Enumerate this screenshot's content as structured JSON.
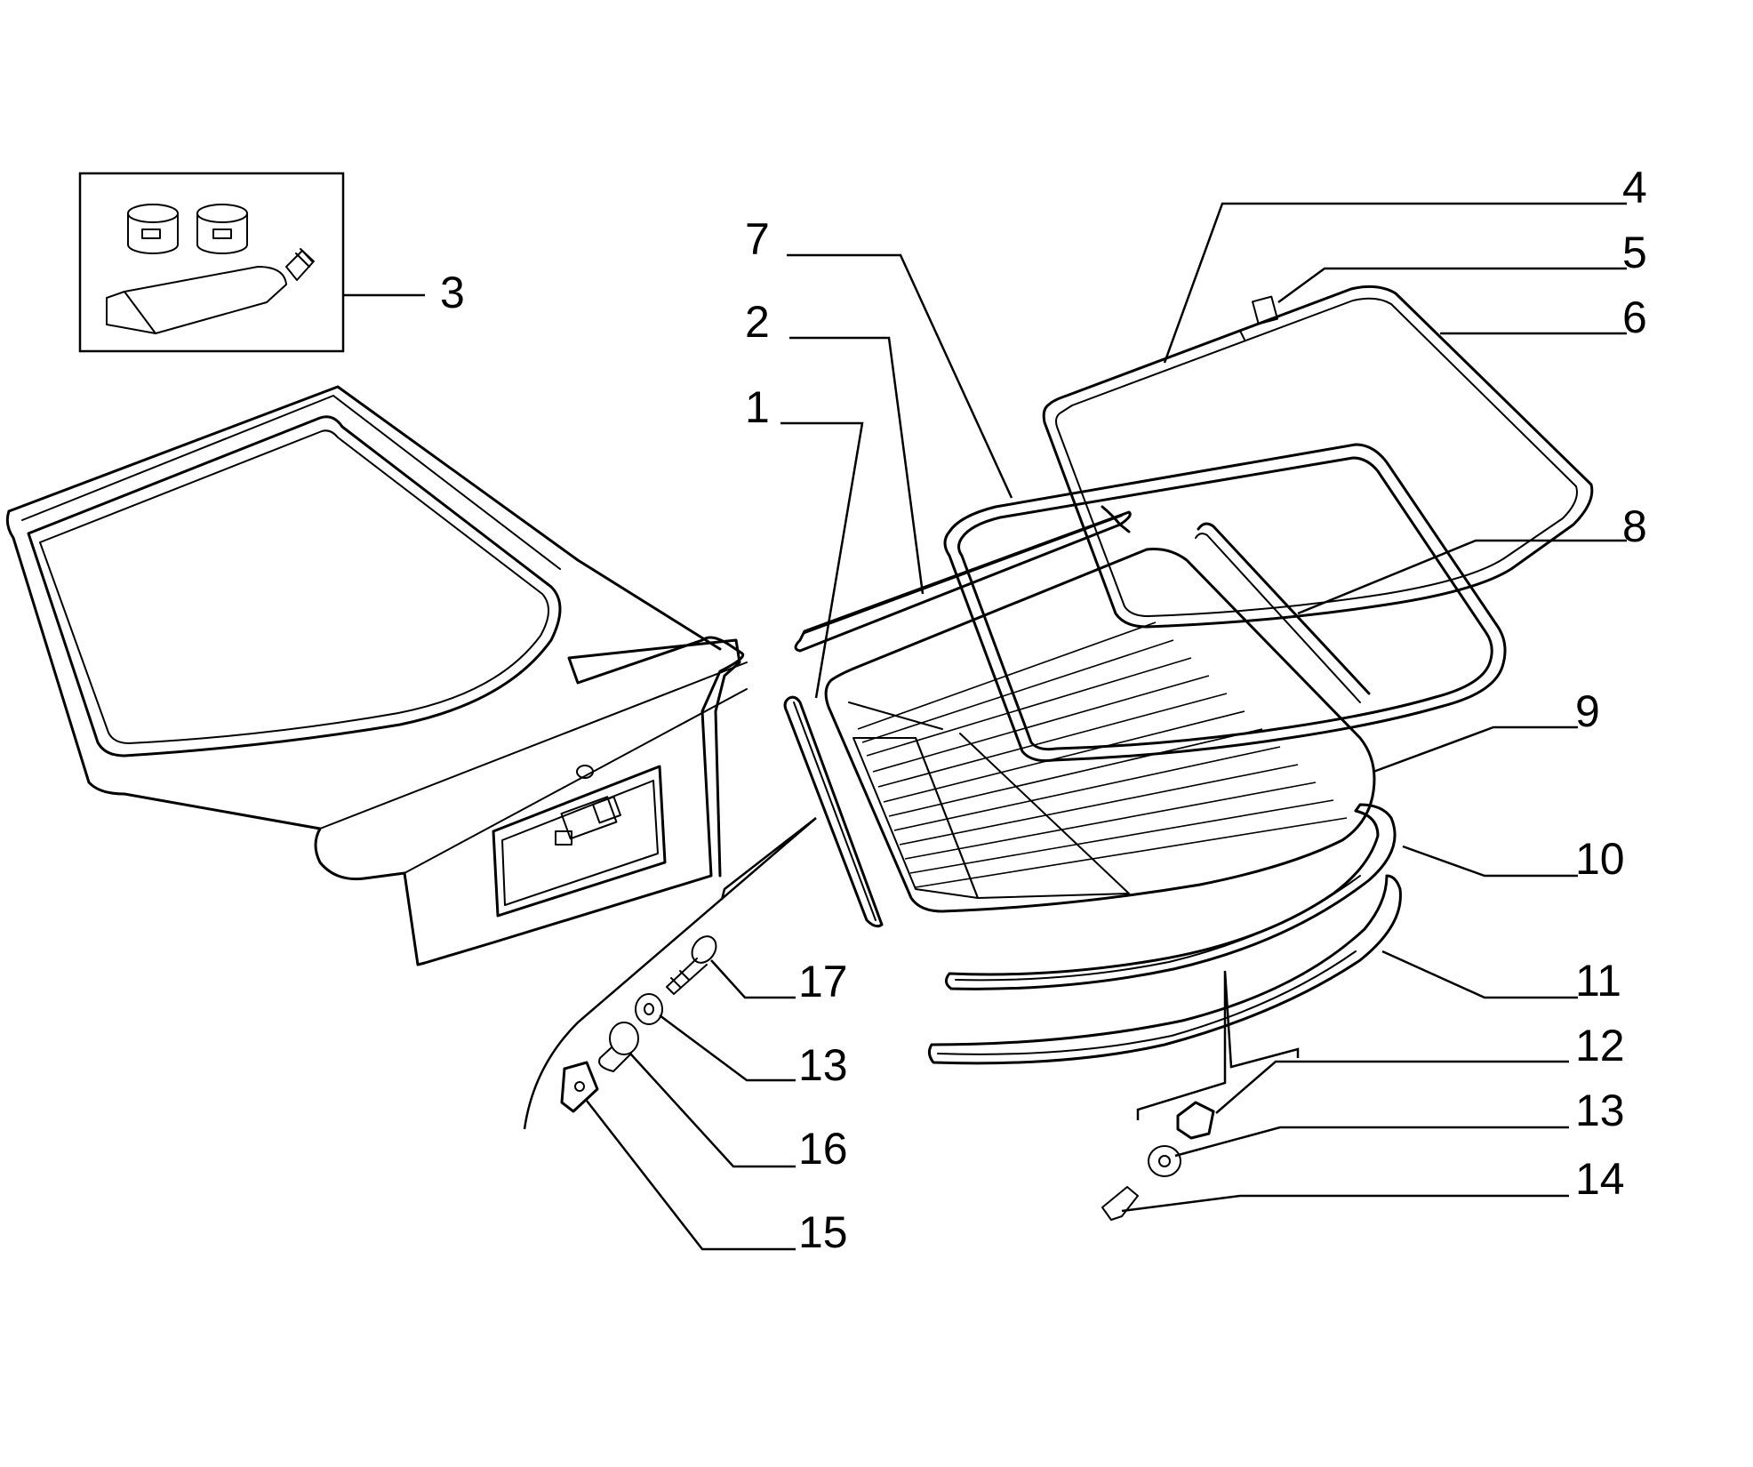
{
  "diagram": {
    "callouts": [
      {
        "id": "callout-3",
        "text": "3"
      },
      {
        "id": "callout-7",
        "text": "7"
      },
      {
        "id": "callout-2",
        "text": "2"
      },
      {
        "id": "callout-1",
        "text": "1"
      },
      {
        "id": "callout-4",
        "text": "4"
      },
      {
        "id": "callout-5",
        "text": "5"
      },
      {
        "id": "callout-6",
        "text": "6"
      },
      {
        "id": "callout-8",
        "text": "8"
      },
      {
        "id": "callout-9",
        "text": "9"
      },
      {
        "id": "callout-10",
        "text": "10"
      },
      {
        "id": "callout-11",
        "text": "11"
      },
      {
        "id": "callout-12",
        "text": "12"
      },
      {
        "id": "callout-13a",
        "text": "13"
      },
      {
        "id": "callout-14",
        "text": "14"
      },
      {
        "id": "callout-17",
        "text": "17"
      },
      {
        "id": "callout-13b",
        "text": "13"
      },
      {
        "id": "callout-16",
        "text": "16"
      },
      {
        "id": "callout-15",
        "text": "15"
      }
    ]
  }
}
